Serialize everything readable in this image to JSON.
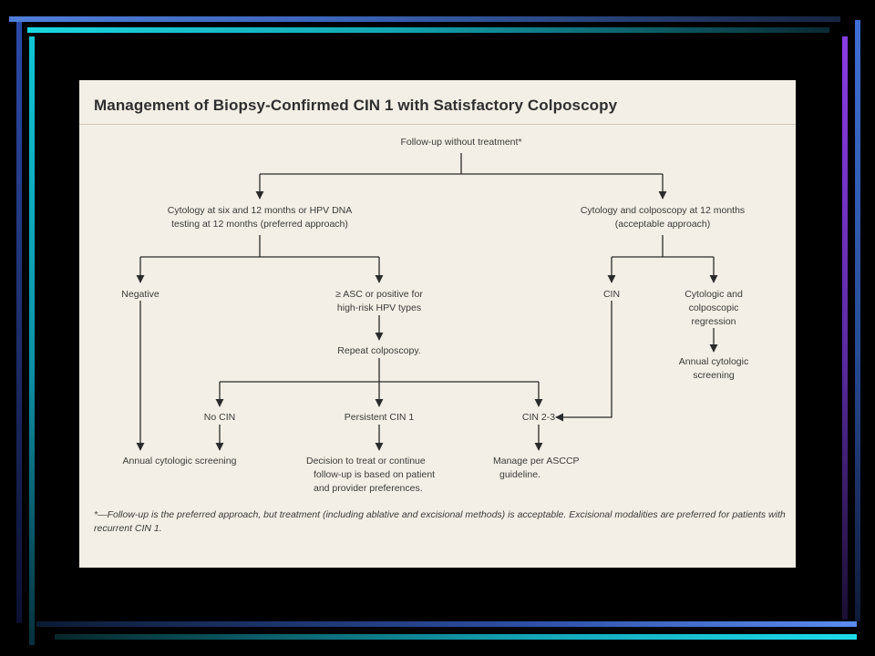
{
  "title": "Management of Biopsy-Confirmed CIN 1 with Satisfactory Colposcopy",
  "nodes": {
    "root": "Follow-up without treatment*",
    "left_branch_1": "Cytology at six and 12 months or HPV DNA",
    "left_branch_2": "testing at 12 months (preferred approach)",
    "right_branch_1": "Cytology and colposcopy at 12 months",
    "right_branch_2": "(acceptable approach)",
    "negative": "Negative",
    "asc_1": "≥ ASC or positive for",
    "asc_2": "high-risk HPV types",
    "repeat_colposcopy": "Repeat colposcopy.",
    "cin": "CIN",
    "regression_1": "Cytologic and",
    "regression_2": "colposcopic",
    "regression_3": "regression",
    "annual_screening_right_1": "Annual cytologic",
    "annual_screening_right_2": "screening",
    "no_cin": "No CIN",
    "persistent_cin1": "Persistent CIN 1",
    "cin23": "CIN 2-3",
    "annual_screening_left": "Annual cytologic screening",
    "decision_1": "Decision to treat or continue",
    "decision_2": "follow-up is based on patient",
    "decision_3": "and provider preferences.",
    "manage_1": "Manage per ASCCP",
    "manage_2": "guideline."
  },
  "footnote": "*—Follow-up is the preferred approach, but treatment (including ablative and excisional methods) is acceptable. Excisional modalities are preferred for patients with recurrent CIN 1."
}
